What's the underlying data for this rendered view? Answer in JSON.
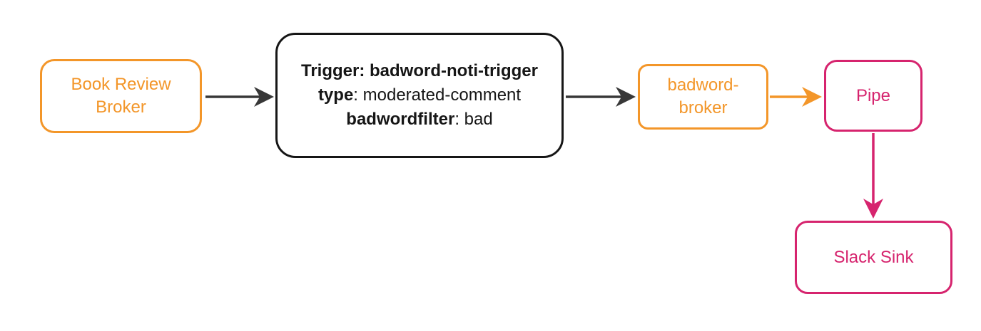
{
  "diagram": {
    "type": "flow-diagram",
    "description": "Event-driven flow from Book Review Broker through a trigger to badword-broker, Pipe and Slack Sink"
  },
  "colors": {
    "orange": "#F39629",
    "pink": "#D6246E",
    "black": "#161616",
    "arrow_dark": "#383838",
    "background": "#FFFFFF"
  },
  "nodes": {
    "book_review_broker": {
      "label": "Book Review Broker",
      "color": "#F39629"
    },
    "trigger": {
      "color": "#161616",
      "lines": [
        {
          "bold": "Trigger: badword-noti-trigger",
          "regular": ""
        },
        {
          "bold": "type",
          "regular": ": moderated-comment"
        },
        {
          "bold": "badwordfilter",
          "regular": ": bad"
        }
      ]
    },
    "badword_broker": {
      "label": "badword-broker",
      "color": "#F39629"
    },
    "pipe": {
      "label": "Pipe",
      "color": "#D6246E"
    },
    "slack_sink": {
      "label": "Slack Sink",
      "color": "#D6246E"
    }
  },
  "edges": [
    {
      "from": "book-review-broker",
      "to": "trigger",
      "color": "#383838"
    },
    {
      "from": "trigger",
      "to": "badword-broker",
      "color": "#383838"
    },
    {
      "from": "badword-broker",
      "to": "pipe",
      "color": "#F39629"
    },
    {
      "from": "pipe",
      "to": "slack-sink",
      "color": "#D6246E"
    }
  ]
}
